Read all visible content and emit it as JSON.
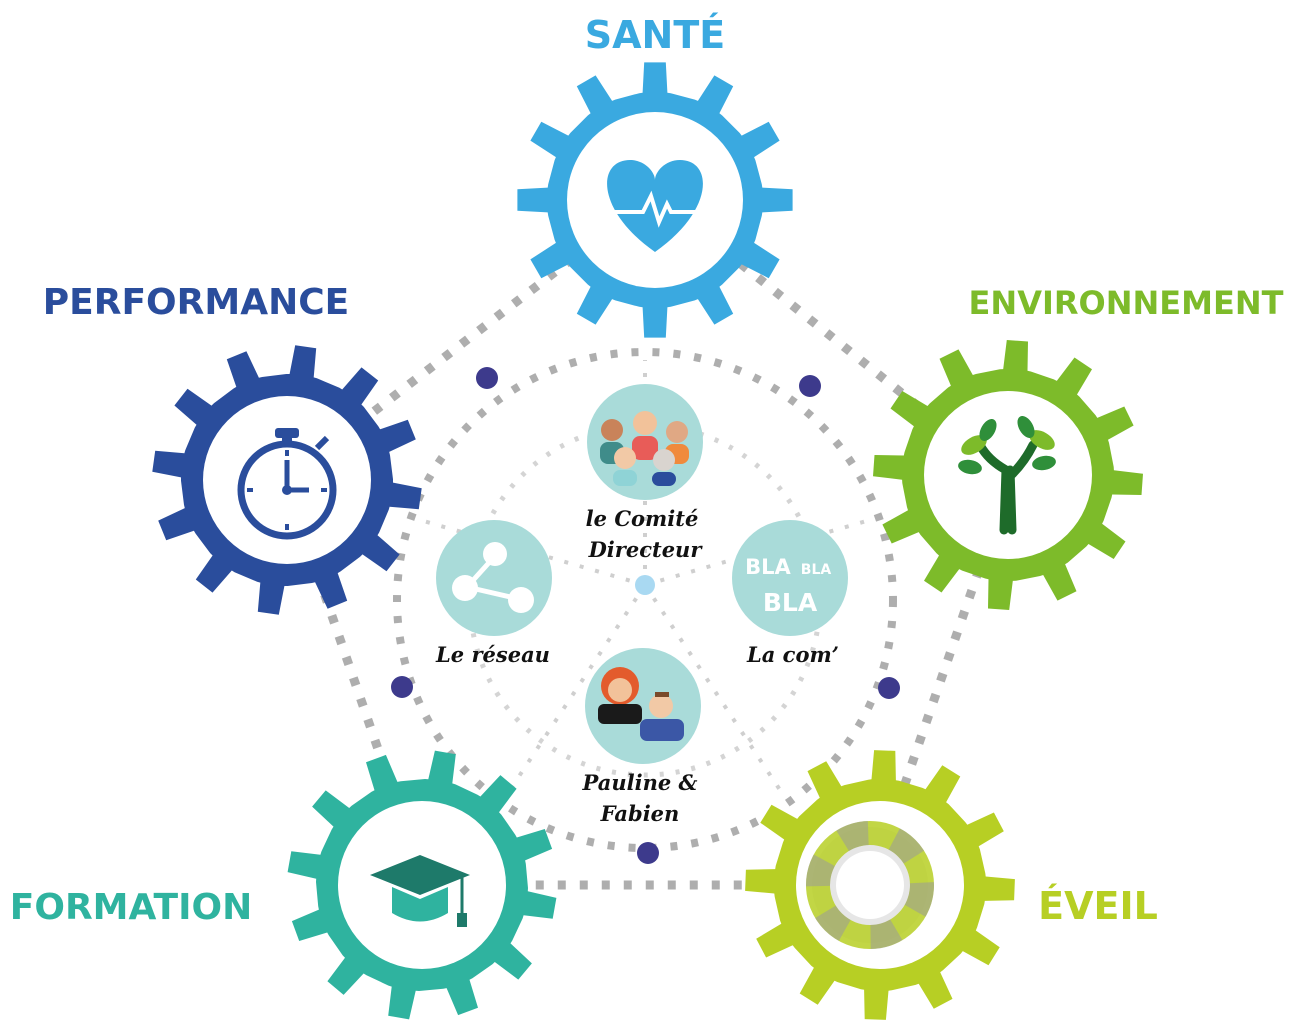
{
  "pillars": {
    "sante": {
      "title": "SANTÉ",
      "color": "#3aa9e0",
      "icon": "heart-pulse-icon"
    },
    "performance": {
      "title": "PERFORMANCE",
      "color": "#2a4d9c",
      "icon": "stopwatch-icon"
    },
    "environnement": {
      "title": "ENVIRONNEMENT",
      "color": "#7dbb2a",
      "icon": "tree-icon"
    },
    "formation": {
      "title": "FORMATION",
      "color": "#2fb39f",
      "icon": "graduation-cap-icon"
    },
    "eveil": {
      "title": "ÉVEIL",
      "color": "#b7cf24",
      "icon": "lifebuoy-icon"
    }
  },
  "hubs": {
    "comite": {
      "line1": "le Comité",
      "line2": "Directeur",
      "icon": "group-people-icon"
    },
    "reseau": {
      "label": "Le réseau",
      "icon": "share-network-icon"
    },
    "com": {
      "label": "La com’",
      "badge_line1": "BLA",
      "badge_small": "BLA",
      "badge_line2": "BLA",
      "icon": "speech-bla-icon"
    },
    "team": {
      "line1": "Pauline &",
      "line2": "Fabien",
      "icon": "two-people-icon"
    }
  },
  "colors": {
    "hub_circle": "#a9dbd9",
    "connector_dot": "#3d3a8c",
    "dotted_line": "#9a9a9a",
    "center_dot": "#a9d9f2"
  }
}
